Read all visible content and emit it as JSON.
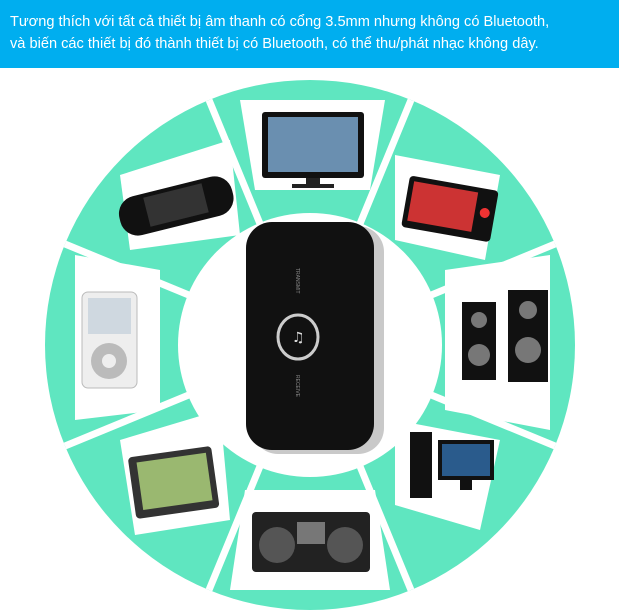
{
  "banner": {
    "line1": "Tương thích với tất cả thiết bị âm thanh có cổng 3.5mm nhưng không có Bluetooth,",
    "line2": "và biến các thiết bị đó thành thiết bị có Bluetooth, có thể thu/phát nhạc không dây."
  },
  "colors": {
    "banner": "#00aeef",
    "ring": "#5fe6c0",
    "device": "#111111"
  },
  "device_labels": {
    "transmit": "TRANSMIT",
    "receive": "RECEIVE"
  },
  "devices": [
    "television",
    "psp-game-console",
    "media-player",
    "ipod",
    "speakers",
    "gps-navigator",
    "desktop-computer",
    "boombox"
  ]
}
